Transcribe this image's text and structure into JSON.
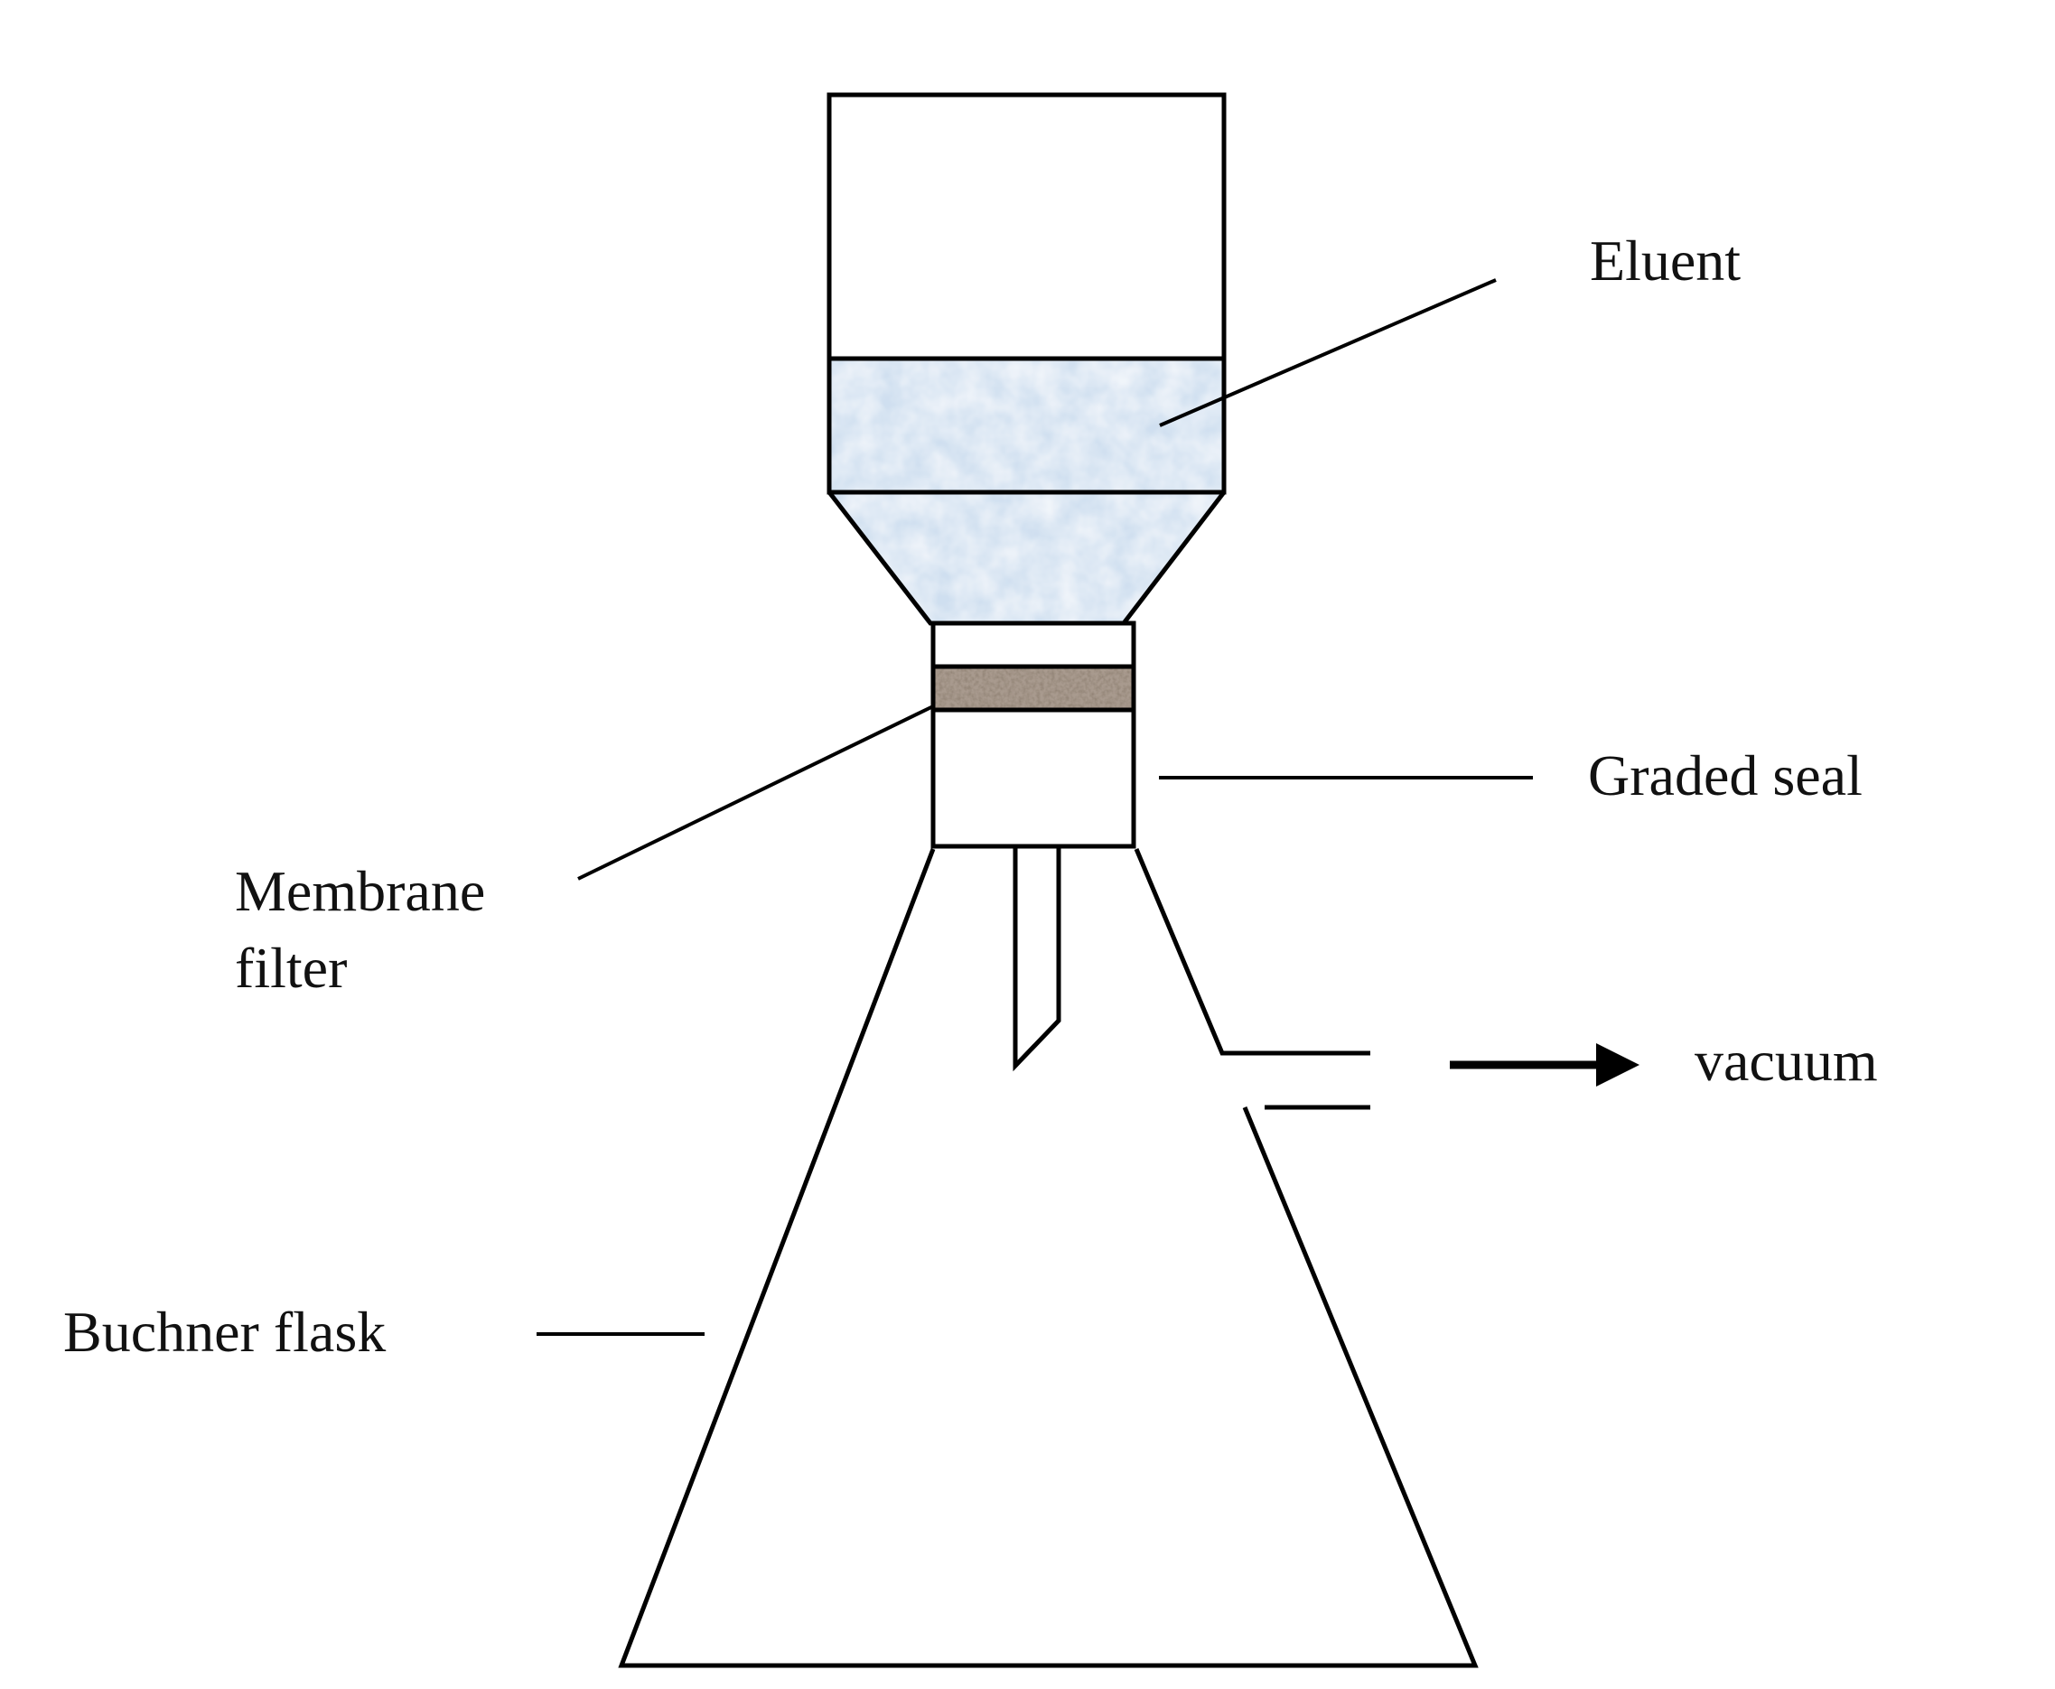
{
  "labels": {
    "eluent": "Eluent",
    "graded_seal": "Graded seal",
    "membrane_line1": "Membrane",
    "membrane_line2": "filter",
    "vacuum": "vacuum",
    "buchner": "Buchner flask"
  },
  "colors": {
    "eluent_fill": "#cfdff0",
    "membrane_fill": "#a89a8e",
    "line": "#000000",
    "background": "#ffffff"
  }
}
